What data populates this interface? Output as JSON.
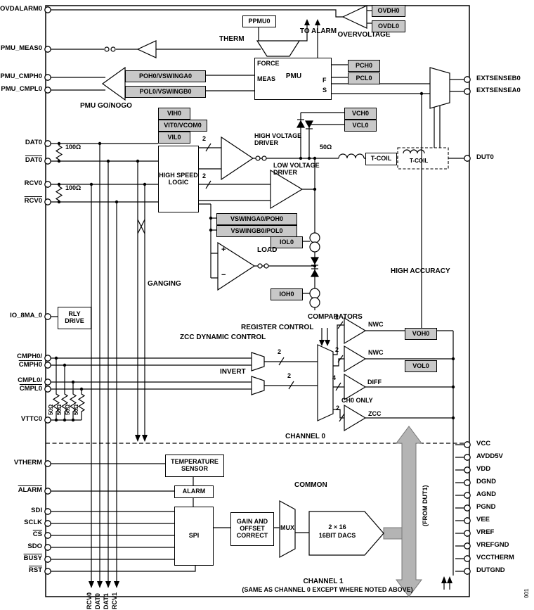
{
  "pins": {
    "left": [
      "OVDALARM0",
      "PMU_MEAS0",
      "PMU_CMPH0",
      "PMU_CMPL0",
      "DAT0",
      "DAT0",
      "RCV0",
      "RCV0",
      "IO_8MA_0",
      "CMPH0/",
      "CMPH0",
      "CMPL0/",
      "CMPL0",
      "VTTC0",
      "VTHERM",
      "ALARM",
      "SDI",
      "SCLK",
      "CS",
      "SDO",
      "BUSY",
      "RST"
    ],
    "right": [
      "EXTSENSEB0",
      "EXTSENSEA0",
      "DUT0",
      "VCC",
      "AVDD5V",
      "VDD",
      "DGND",
      "AGND",
      "PGND",
      "VEE",
      "VREF",
      "VREFGND",
      "VCCTHERM",
      "DUTGND"
    ]
  },
  "labels": {
    "ovdh0": "OVDH0",
    "ovdl0": "OVDL0",
    "overvoltage": "OVERVOLTAGE",
    "to_alarm": "TO ALARM",
    "ppmu0": "PPMU0",
    "therm": "THERM",
    "pch0": "PCH0",
    "pcl0": "PCL0",
    "force": "FORCE",
    "meas": "MEAS",
    "pmu": "PMU",
    "f": "F",
    "s": "S",
    "poh0": "POH0/VSWINGA0",
    "pol0": "POL0/VSWINGB0",
    "pmu_gonogo": "PMU GO/NOGO",
    "vih0": "VIH0",
    "vit0": "VIT0/VCOM0",
    "vil0": "VIL0",
    "hsl": "HIGH SPEED LOGIC",
    "hv_driver": "HIGH VOLTAGE DRIVER",
    "lv_driver": "LOW VOLTAGE DRIVER",
    "vch0": "VCH0",
    "vcl0": "VCL0",
    "r50": "50Ω",
    "tcoil": "T-COIL",
    "tcoil2": "T-COIL",
    "vswinga": "VSWINGA0/POH0",
    "vswingb": "VSWINGB0/POL0",
    "iol0": "IOL0",
    "ioh0": "IOH0",
    "load": "LOAD",
    "plus": "+",
    "minus": "−",
    "ganging": "GANGING",
    "high_accuracy": "HIGH ACCURACY",
    "rly_drive": "RLY DRIVE",
    "comparators": "COMPARATORS",
    "register_control": "REGISTER CONTROL",
    "zcc_dynamic": "ZCC DYNAMIC CONTROL",
    "invert": "INVERT",
    "nwc": "NWC",
    "diff": "DIFF",
    "zcc": "ZCC",
    "ch0_only": "CH0 ONLY",
    "voh0": "VOH0",
    "vol0": "VOL0",
    "channel0": "CHANNEL 0",
    "common": "COMMON",
    "temp_sensor": "TEMPERATURE SENSOR",
    "alarm": "ALARM",
    "spi": "SPI",
    "gain_offset": "GAIN AND OFFSET CORRECT",
    "mux": "MUX",
    "dacs1": "2 × 16",
    "dacs2": "16BIT DACS",
    "from_dut1": "(FROM DUT1)",
    "channel1": "CHANNEL 1",
    "channel1_note": "(SAME AS CHANNEL 0 EXCEPT WHERE NOTED ABOVE)",
    "r100": "100Ω",
    "r50v": "50Ω",
    "bus2": "2",
    "bus4": "4",
    "bot_rcv0": "RCV0",
    "bot_dat0": "DAT0",
    "bot_dat1": "DAT1",
    "bot_rcv1": "RCV1",
    "fig_id": "001"
  },
  "colors": {
    "gray_box": "#c8c8c8",
    "gray_arrow": "#b4b4b4"
  }
}
